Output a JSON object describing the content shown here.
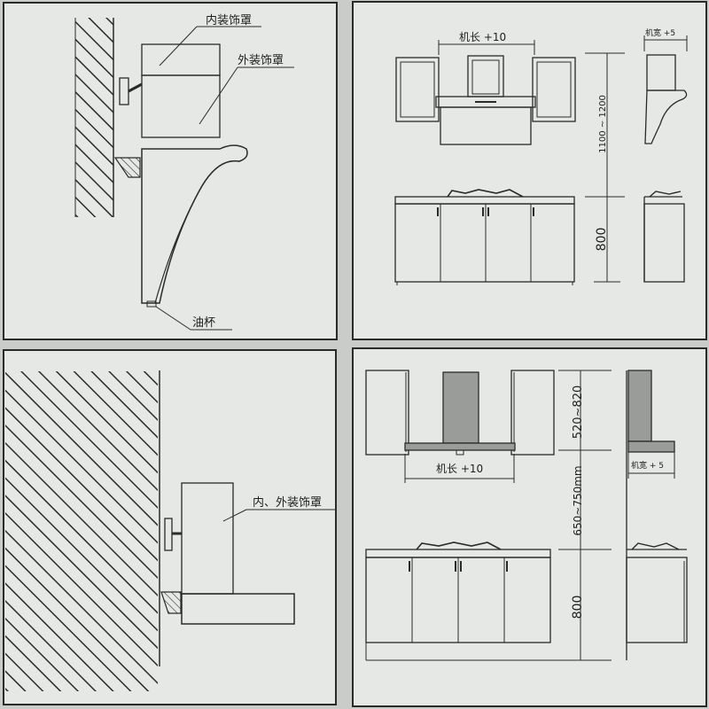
{
  "colors": {
    "paper": "#e6e8e6",
    "background": "#c9ccc9",
    "line": "#2a2a2a",
    "hood_fill": "#9a9c9a"
  },
  "panels": {
    "top_left": {
      "inner_cover": "内装饰罩",
      "outer_cover": "外装饰罩",
      "oil_cup": "油杯"
    },
    "top_right": {
      "hood_length": "机长 +10",
      "hood_width": "机宽 +5",
      "height_range": "1100 ~ 1200",
      "counter_height": "800"
    },
    "bottom_left": {
      "covers": "内、外装饰罩"
    },
    "bottom_right": {
      "hood_length": "机长 +10",
      "hood_width": "机宽 + 5",
      "chimney_range": "520~820",
      "hood_range": "650~750mm",
      "counter_height": "800"
    }
  }
}
